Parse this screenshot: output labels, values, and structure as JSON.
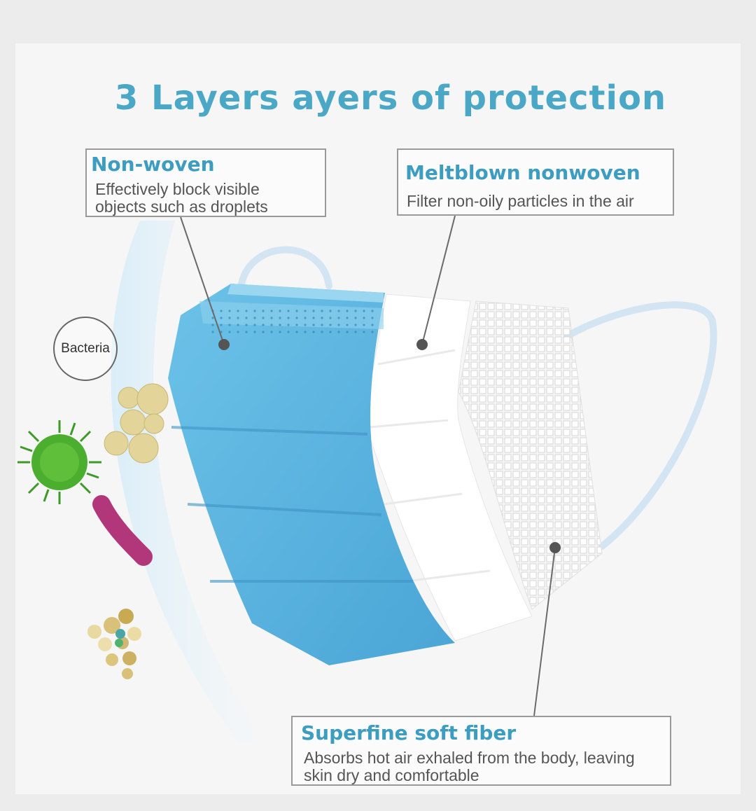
{
  "title": "3 Layers ayers of protection",
  "layers": [
    {
      "heading": "Non-woven",
      "description": "Effectively block visible\nobjects such as droplets"
    },
    {
      "heading": "Meltblown nonwoven",
      "description": "Filter non-oily particles in the air"
    },
    {
      "heading": "Superfine soft fiber",
      "description": "Absorbs hot air exhaled from the body, leaving\nskin dry and comfortable"
    }
  ],
  "bacteria_label": "Bacteria",
  "colors": {
    "title": "#4aa8c6",
    "heading": "#3d9dc0",
    "mask_outer": "#5fb8e0",
    "mask_middle": "#ffffff",
    "mask_inner": "#f2f2f2",
    "virus": "#4cae2f",
    "ear_loop": "#cfe2f3"
  },
  "icons": [
    "virus-icon",
    "bacteria-cluster-icon",
    "rod-bacteria-icon",
    "mixed-bacteria-icon"
  ]
}
